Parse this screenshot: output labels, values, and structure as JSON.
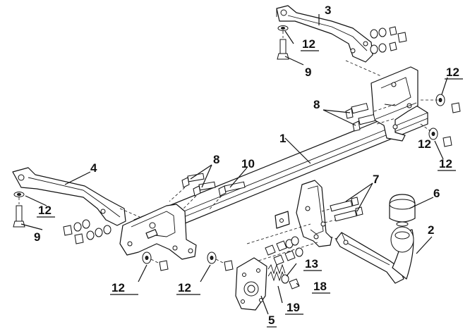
{
  "diagram": {
    "callouts": [
      {
        "id": "label-1",
        "text": "1"
      },
      {
        "id": "label-2",
        "text": "2"
      },
      {
        "id": "label-3",
        "text": "3"
      },
      {
        "id": "label-4",
        "text": "4"
      },
      {
        "id": "label-5",
        "text": "5"
      },
      {
        "id": "label-6",
        "text": "6"
      },
      {
        "id": "label-7",
        "text": "7"
      },
      {
        "id": "label-8a",
        "text": "8"
      },
      {
        "id": "label-8b",
        "text": "8"
      },
      {
        "id": "label-9a",
        "text": "9"
      },
      {
        "id": "label-9b",
        "text": "9"
      },
      {
        "id": "label-10",
        "text": "10"
      },
      {
        "id": "label-12a",
        "text": "12"
      },
      {
        "id": "label-12b",
        "text": "12"
      },
      {
        "id": "label-12c",
        "text": "12"
      },
      {
        "id": "label-12d",
        "text": "12"
      },
      {
        "id": "label-12e",
        "text": "12"
      },
      {
        "id": "label-12f",
        "text": "12"
      },
      {
        "id": "label-12g",
        "text": "12"
      },
      {
        "id": "label-13",
        "text": "13"
      },
      {
        "id": "label-18",
        "text": "18"
      },
      {
        "id": "label-19",
        "text": "19"
      }
    ]
  }
}
